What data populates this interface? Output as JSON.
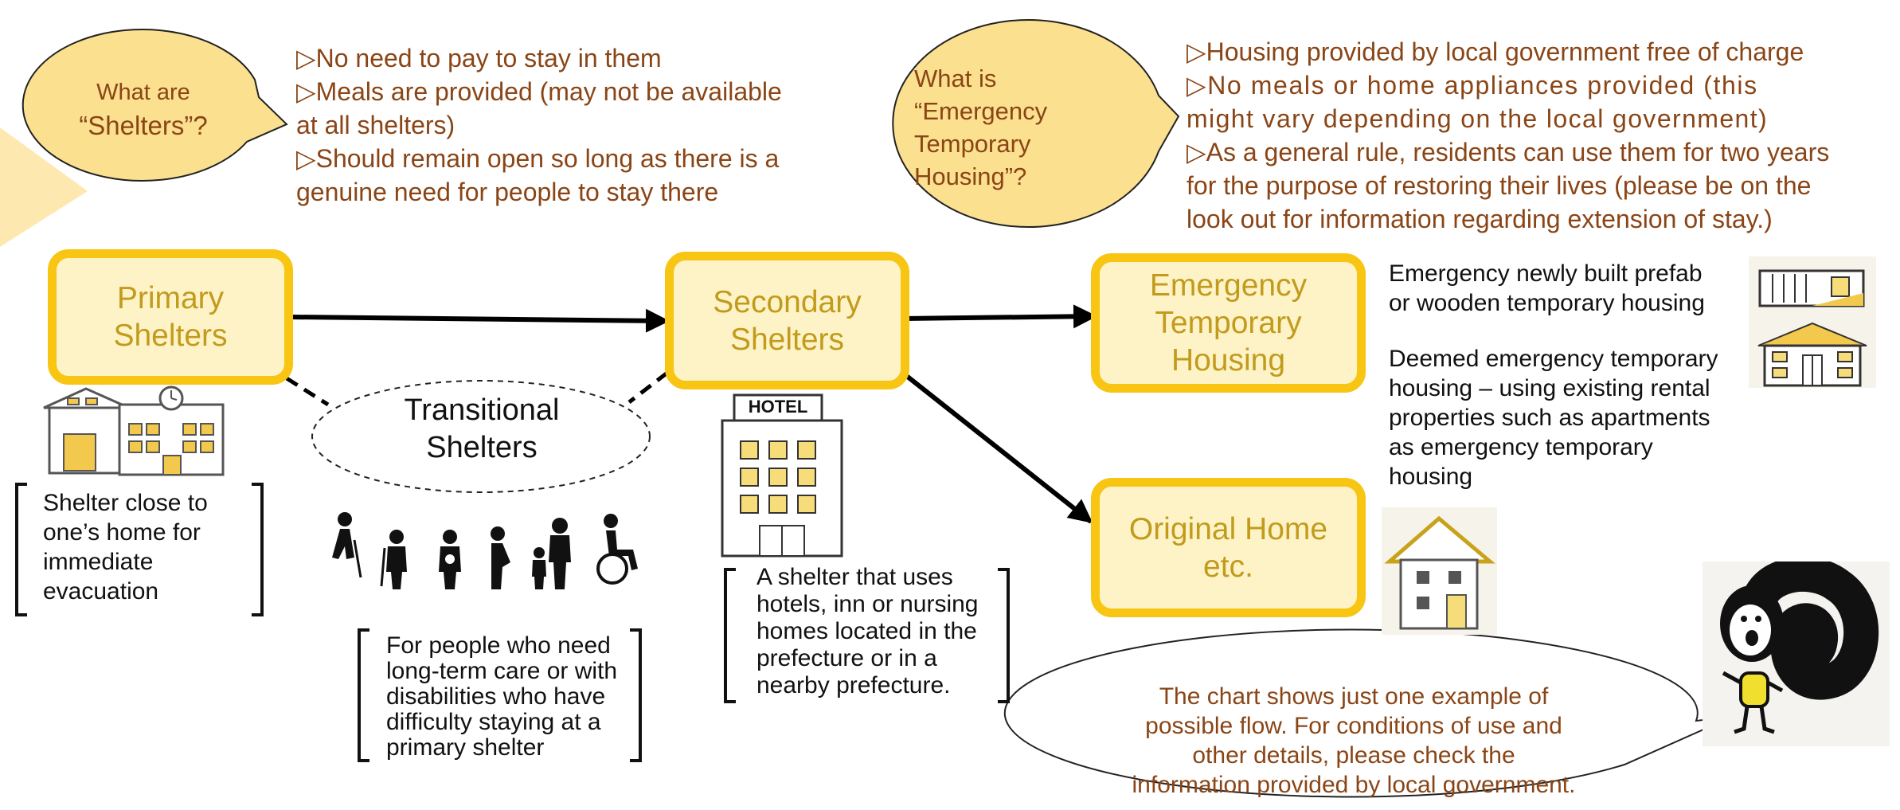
{
  "shelters_bubble": {
    "lines": [
      "What are",
      "“Shelters”?"
    ]
  },
  "shelters_info": {
    "lines": [
      "▷No need to pay to stay in them",
      "▷Meals are provided (may not be available",
      "at all shelters)",
      "▷Should remain open so long as there is a",
      "genuine need for people to stay there"
    ]
  },
  "temp_housing_bubble": {
    "lines": [
      "What is",
      "“Emergency",
      "Temporary",
      "Housing”?"
    ]
  },
  "temp_housing_info": {
    "lines": [
      "▷Housing provided by local government free of charge",
      "▷No meals or home appliances provided (this",
      "might vary depending on the local government)",
      "▷As a general rule, residents can use them for two years",
      "for the purpose of restoring their lives (please be on the",
      "look out for information regarding extension of stay.)"
    ]
  },
  "boxes": {
    "primary": [
      "Primary",
      "Shelters"
    ],
    "secondary": [
      "Secondary",
      "Shelters"
    ],
    "emergency": [
      "Emergency",
      "Temporary",
      "Housing"
    ],
    "original": [
      "Original Home",
      "etc."
    ]
  },
  "transitional": [
    "Transitional",
    "Shelters"
  ],
  "primary_desc": [
    "Shelter close to",
    "one’s home for",
    "immediate",
    "evacuation"
  ],
  "transitional_desc": [
    "For people who need",
    "long-term care or with",
    "disabilities who have",
    "difficulty staying at a",
    "primary shelter"
  ],
  "secondary_desc": [
    "A shelter that uses",
    "hotels, inn or nursing",
    "homes located in the",
    "prefecture or in a",
    "nearby prefecture."
  ],
  "hotel_sign": "HOTEL",
  "prefab_desc": [
    "Emergency newly built prefab",
    "or wooden temporary housing"
  ],
  "deemed_desc": [
    "Deemed emergency temporary",
    "housing – using existing rental",
    "properties such as apartments",
    "as emergency temporary",
    "housing"
  ],
  "note": [
    "The chart shows just one example of",
    "possible flow. For conditions of use and",
    "other details, please check the",
    "information provided by local government."
  ],
  "colors": {
    "box_fill": "#fdf3c6",
    "box_border": "#f8c513",
    "box_text": "#c29b1d",
    "bubble_fill": "#fbe08f",
    "brown_text": "#8a4516",
    "arrow": "#000000"
  },
  "icons": {
    "school": "school-buildings-icon",
    "people": "elderly-and-disabled-people-icon",
    "hotel": "hotel-building-icon",
    "prefab": "prefab-housing-icon",
    "apartment": "apartment-building-icon",
    "house": "house-icon",
    "mascot": "mascot-character-icon"
  }
}
